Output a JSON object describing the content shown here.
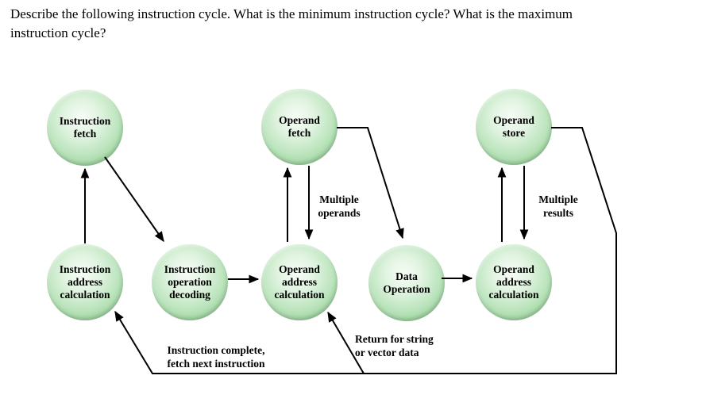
{
  "question": {
    "text_lines": [
      "Describe the following instruction cycle. What is the minimum instruction cycle? What is the maximum",
      "instruction cycle?"
    ]
  },
  "diagram": {
    "nodes": [
      {
        "id": "instruction-fetch",
        "lines": [
          "Instruction",
          "fetch"
        ]
      },
      {
        "id": "operand-fetch",
        "lines": [
          "Operand",
          "fetch"
        ]
      },
      {
        "id": "operand-store",
        "lines": [
          "Operand",
          "store"
        ]
      },
      {
        "id": "instruction-address-calculation",
        "lines": [
          "Instruction",
          "address",
          "calculation"
        ]
      },
      {
        "id": "instruction-operation-decoding",
        "lines": [
          "Instruction",
          "operation",
          "decoding"
        ]
      },
      {
        "id": "operand-address-calculation-left",
        "lines": [
          "Operand",
          "address",
          "calculation"
        ]
      },
      {
        "id": "data-operation",
        "lines": [
          "Data",
          "Operation"
        ]
      },
      {
        "id": "operand-address-calculation-right",
        "lines": [
          "Operand",
          "address",
          "calculation"
        ]
      }
    ],
    "edge_labels": [
      {
        "id": "multiple-operands",
        "lines": [
          "Multiple",
          "operands"
        ]
      },
      {
        "id": "multiple-results",
        "lines": [
          "Multiple",
          "results"
        ]
      },
      {
        "id": "instruction-complete",
        "lines": [
          "Instruction complete,",
          "fetch next instruction"
        ]
      },
      {
        "id": "return-for-string",
        "lines": [
          "Return for string",
          "or vector data"
        ]
      }
    ],
    "colors": {
      "node_fill_center": "#f6fdf6",
      "node_fill_edge": "#8cc88e",
      "line": "#000000",
      "text": "#000000",
      "background": "#ffffff"
    }
  }
}
